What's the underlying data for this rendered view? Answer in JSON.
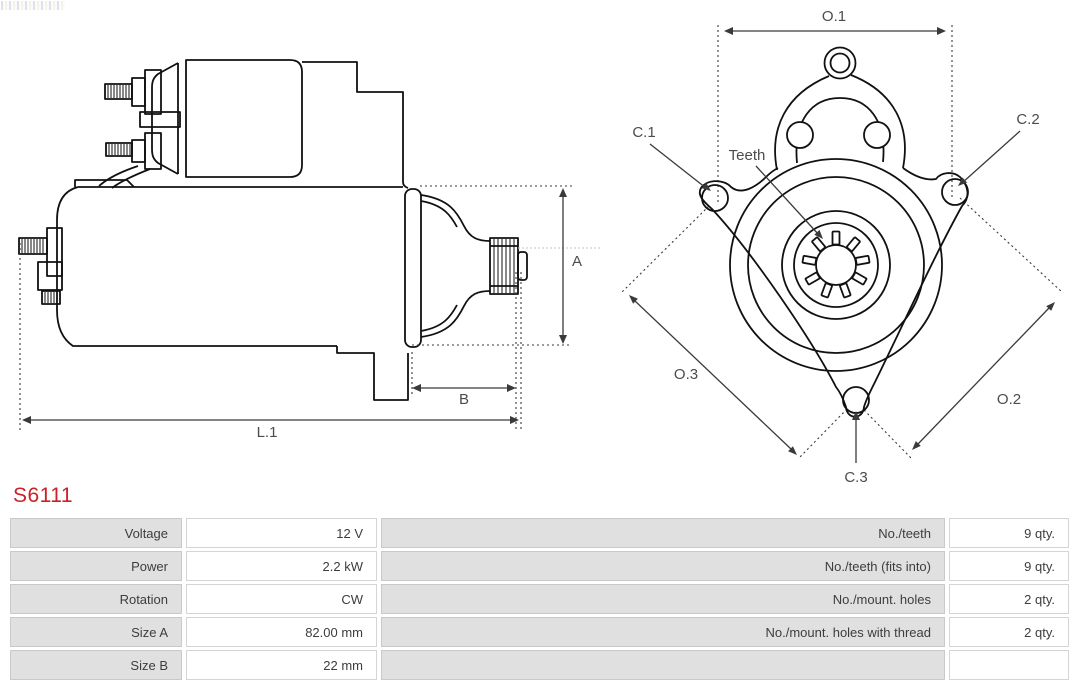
{
  "part": {
    "number": "S6111"
  },
  "colors": {
    "part_number": "#cb2027",
    "drawing_line": "#111111",
    "dimension_line": "#3a3a3a",
    "label_text": "#4c4c4c",
    "table_label_bg": "#e0e0e0",
    "table_border": "#c9c9c9"
  },
  "diagrams": {
    "side_view": {
      "labels": {
        "a": "A",
        "b": "B",
        "l1": "L.1"
      }
    },
    "front_view": {
      "labels": {
        "o1": "O.1",
        "o2": "O.2",
        "o3": "O.3",
        "c1": "C.1",
        "c2": "C.2",
        "c3": "C.3"
      },
      "annotations": {
        "teeth": "Teeth"
      }
    }
  },
  "spec_table": {
    "left_rows": [
      {
        "label": "Voltage",
        "value": "12 V"
      },
      {
        "label": "Power",
        "value": "2.2 kW"
      },
      {
        "label": "Rotation",
        "value": "CW"
      },
      {
        "label": "Size A",
        "value": "82.00 mm"
      },
      {
        "label": "Size B",
        "value": "22 mm"
      }
    ],
    "right_rows": [
      {
        "label": "No./teeth",
        "value": "9 qty."
      },
      {
        "label": "No./teeth (fits into)",
        "value": "9 qty."
      },
      {
        "label": "No./mount. holes",
        "value": "2 qty."
      },
      {
        "label": "No./mount. holes with thread",
        "value": "2 qty."
      },
      {
        "label": "",
        "value": ""
      }
    ]
  }
}
